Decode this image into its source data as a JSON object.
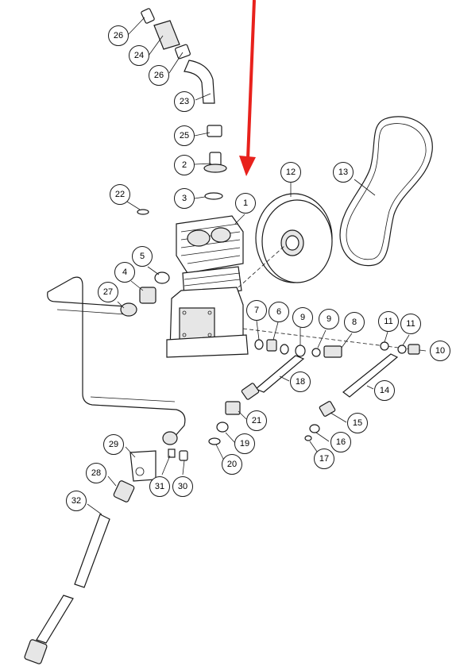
{
  "colors": {
    "arrow": "#e8211c",
    "line": "#1a1a1a",
    "background": "#ffffff"
  },
  "callouts": [
    {
      "id": "c26a",
      "label": "26"
    },
    {
      "id": "c24",
      "label": "24"
    },
    {
      "id": "c26b",
      "label": "26"
    },
    {
      "id": "c23",
      "label": "23"
    },
    {
      "id": "c25",
      "label": "25"
    },
    {
      "id": "c2",
      "label": "2"
    },
    {
      "id": "c3",
      "label": "3"
    },
    {
      "id": "c22",
      "label": "22"
    },
    {
      "id": "c1",
      "label": "1"
    },
    {
      "id": "c12",
      "label": "12"
    },
    {
      "id": "c13",
      "label": "13"
    },
    {
      "id": "c5",
      "label": "5"
    },
    {
      "id": "c4",
      "label": "4"
    },
    {
      "id": "c27",
      "label": "27"
    },
    {
      "id": "c7",
      "label": "7"
    },
    {
      "id": "c6",
      "label": "6"
    },
    {
      "id": "c9a",
      "label": "9"
    },
    {
      "id": "c9b",
      "label": "9"
    },
    {
      "id": "c8",
      "label": "8"
    },
    {
      "id": "c11a",
      "label": "11"
    },
    {
      "id": "c11b",
      "label": "11"
    },
    {
      "id": "c10",
      "label": "10"
    },
    {
      "id": "c18",
      "label": "18"
    },
    {
      "id": "c14",
      "label": "14"
    },
    {
      "id": "c21",
      "label": "21"
    },
    {
      "id": "c15",
      "label": "15"
    },
    {
      "id": "c19",
      "label": "19"
    },
    {
      "id": "c16",
      "label": "16"
    },
    {
      "id": "c20",
      "label": "20"
    },
    {
      "id": "c17",
      "label": "17"
    },
    {
      "id": "c29",
      "label": "29"
    },
    {
      "id": "c28",
      "label": "28"
    },
    {
      "id": "c31",
      "label": "31"
    },
    {
      "id": "c30",
      "label": "30"
    },
    {
      "id": "c32",
      "label": "32"
    }
  ]
}
